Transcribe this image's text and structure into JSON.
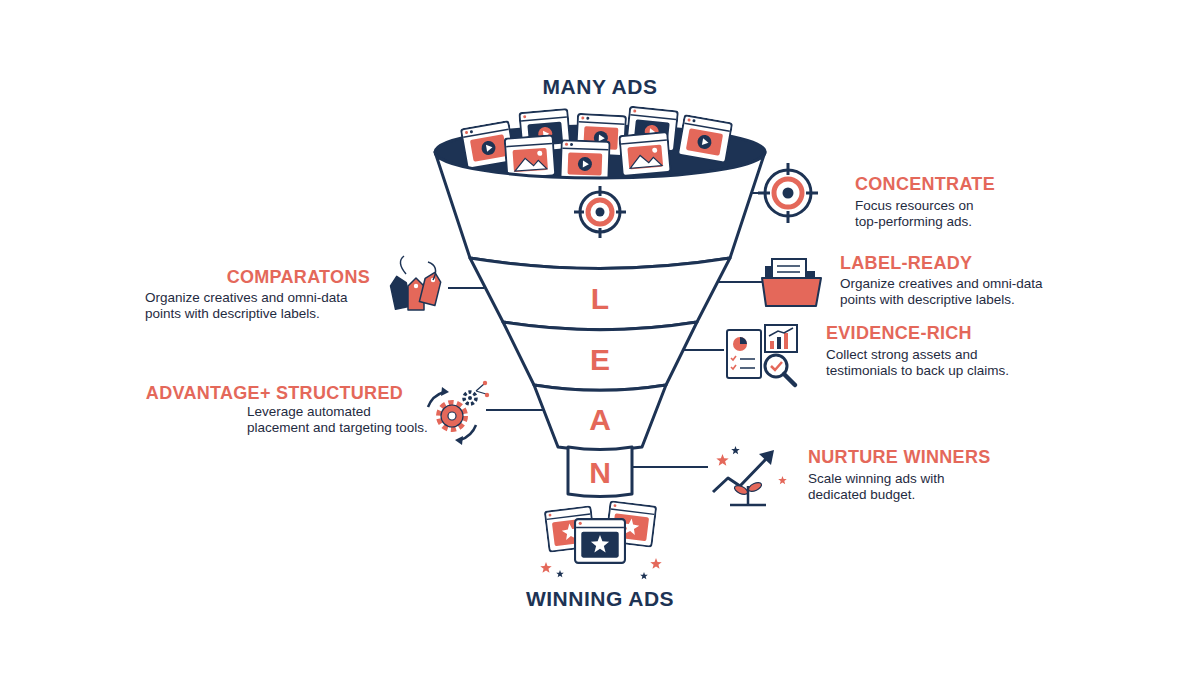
{
  "diagram": {
    "nodes": [
      {
        "text": [
          "L"
        ]
      },
      {
        "text": [
          "E"
        ]
      },
      {
        "text": [
          "A"
        ]
      },
      {
        "text": [
          "N"
        ]
      }
    ],
    "labels": [
      "MANY ADS",
      "CONCENTRATE",
      "Focus resources on top-performing ads.",
      "COMPARATONS",
      "Organize creatives and omni-data points with descriptive labels.",
      "LABEL-READY",
      "Organize creatives and omni-data points with descriptive labels.",
      "EVIDENCE-RICH",
      "Collect strong assets and testimonials to back up claims.",
      "ADVANTAGE+ STRUCTURED",
      "Leverage automated placement and targeting tools.",
      "NURTURE WINNERS",
      "Scale winning ads with dedicated budget.",
      "WINNING ADS"
    ]
  }
}
